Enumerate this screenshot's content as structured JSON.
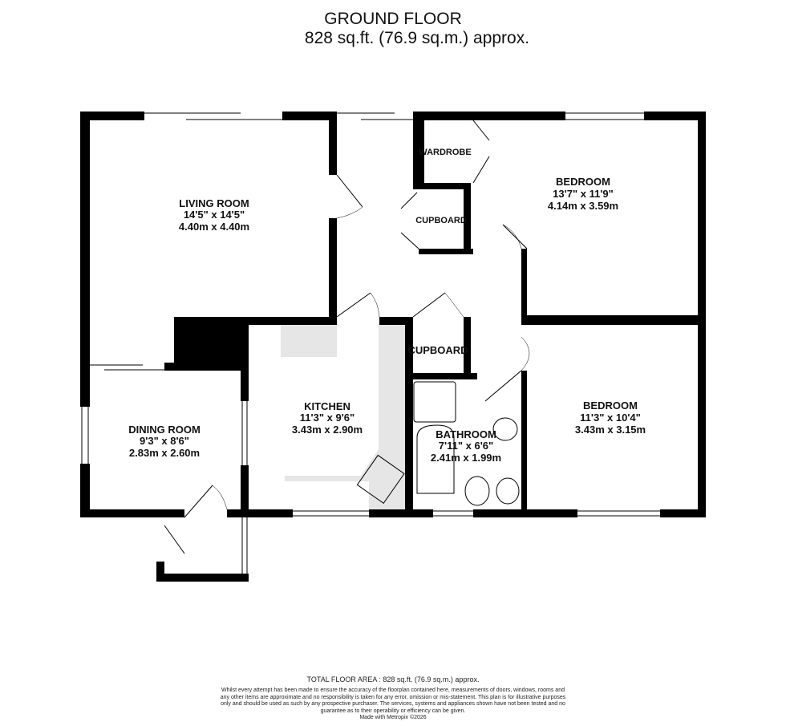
{
  "header": {
    "title": "GROUND FLOOR",
    "area": "828 sq.ft. (76.9 sq.m.) approx."
  },
  "rooms": [
    {
      "name": "LIVING ROOM",
      "imperial": "14'5\"  x 14'5\"",
      "metric": "4.40m  x 4.40m"
    },
    {
      "name": "BEDROOM",
      "imperial": "13'7\"  x 11'9\"",
      "metric": "4.14m  x 3.59m"
    },
    {
      "name": "KITCHEN",
      "imperial": "11'3\"  x 9'6\"",
      "metric": "3.43m  x 2.90m"
    },
    {
      "name": "DINING ROOM",
      "imperial": "9'3\"  x 8'6\"",
      "metric": "2.83m  x 2.60m"
    },
    {
      "name": "BATHROOM",
      "imperial": "7'11\"  x 6'6\"",
      "metric": "2.41m  x 1.99m"
    },
    {
      "name": "BEDROOM",
      "imperial": "11'3\"  x 10'4\"",
      "metric": "3.43m  x 3.15m"
    }
  ],
  "storage": {
    "wardrobe": "WARDROBE",
    "cupboard1": "CUPBOARD",
    "cupboard2": "CUPBOARD"
  },
  "footer": {
    "total": "TOTAL FLOOR AREA : 828 sq.ft. (76.9 sq.m.) approx.",
    "disclaimer": "Whilst every attempt has been made to ensure the accuracy of the floorplan contained here, measurements of doors, windows, rooms and any other items are approximate and no responsibility is taken for any error, omission or mis-statement. This plan is for illustrative purposes only and should be used as such by any prospective purchaser. The services, systems and appliances shown have not been tested and no guarantee as to their operability or efficiency can be given.",
    "made_with": "Made with Metropix ©2026"
  },
  "colors": {
    "wall": "#000000",
    "fitting": "#e6e6e6"
  }
}
